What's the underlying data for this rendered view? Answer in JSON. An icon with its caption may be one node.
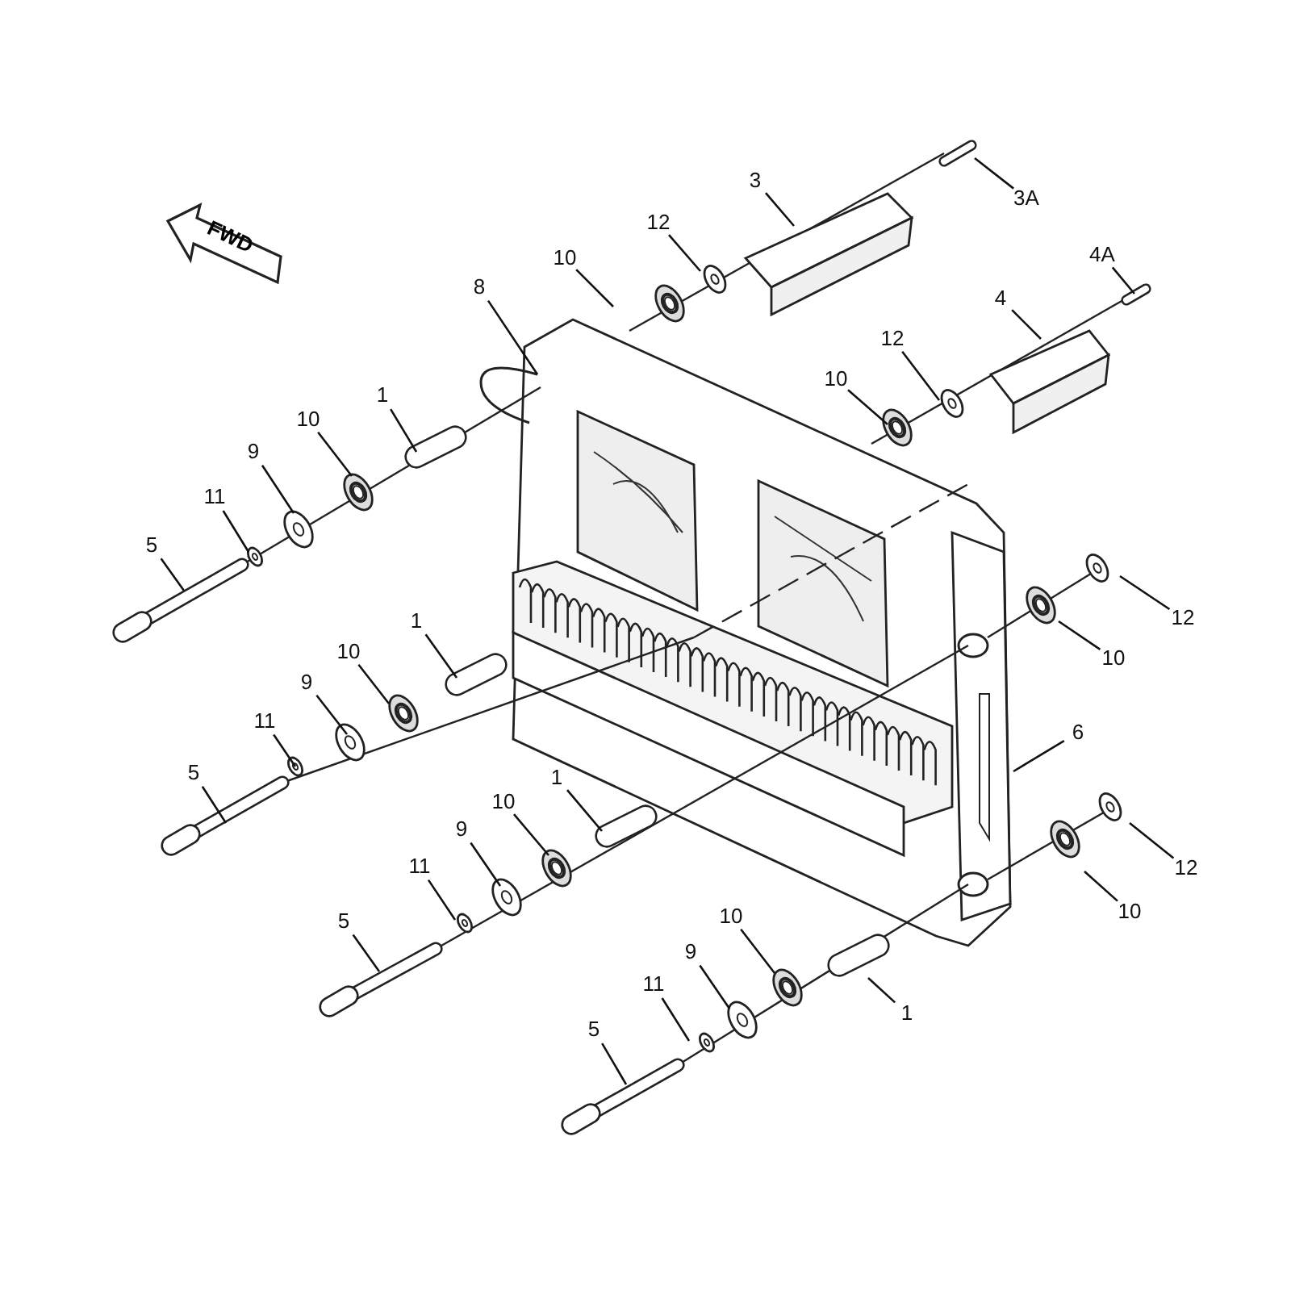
{
  "diagram": {
    "nodes": [
      {
        "text": [
          "FWD"
        ]
      },
      {
        "text": [
          "3"
        ]
      },
      {
        "text": [
          "3A"
        ]
      },
      {
        "text": [
          "12"
        ]
      },
      {
        "text": [
          "10"
        ]
      },
      {
        "text": [
          "4A"
        ]
      },
      {
        "text": [
          "4"
        ]
      },
      {
        "text": [
          "12"
        ]
      },
      {
        "text": [
          "10"
        ]
      },
      {
        "text": [
          "8"
        ]
      },
      {
        "text": [
          "1"
        ]
      },
      {
        "text": [
          "10"
        ]
      },
      {
        "text": [
          "9"
        ]
      },
      {
        "text": [
          "11"
        ]
      },
      {
        "text": [
          "5"
        ]
      },
      {
        "text": [
          "12"
        ]
      },
      {
        "text": [
          "10"
        ]
      },
      {
        "text": [
          "6"
        ]
      },
      {
        "text": [
          "1"
        ]
      },
      {
        "text": [
          "10"
        ]
      },
      {
        "text": [
          "9"
        ]
      },
      {
        "text": [
          "11"
        ]
      },
      {
        "text": [
          "5"
        ]
      },
      {
        "text": [
          "12"
        ]
      },
      {
        "text": [
          "10"
        ]
      },
      {
        "text": [
          "1"
        ]
      },
      {
        "text": [
          "10"
        ]
      },
      {
        "text": [
          "9"
        ]
      },
      {
        "text": [
          "11"
        ]
      },
      {
        "text": [
          "5"
        ]
      },
      {
        "text": [
          "10"
        ]
      },
      {
        "text": [
          "9"
        ]
      },
      {
        "text": [
          "11"
        ]
      },
      {
        "text": [
          "5"
        ]
      },
      {
        "text": [
          "1"
        ]
      }
    ],
    "edges": [
      {
        "from": 1,
        "to": null,
        "arrow": "none"
      },
      {
        "from": 2,
        "to": null,
        "arrow": "none"
      },
      {
        "from": 3,
        "to": null,
        "arrow": "none"
      },
      {
        "from": 4,
        "to": null,
        "arrow": "none"
      },
      {
        "from": 5,
        "to": null,
        "arrow": "none"
      },
      {
        "from": 6,
        "to": null,
        "arrow": "none"
      },
      {
        "from": 7,
        "to": null,
        "arrow": "none"
      },
      {
        "from": 8,
        "to": null,
        "arrow": "none"
      },
      {
        "from": 9,
        "to": null,
        "arrow": "none"
      },
      {
        "from": 10,
        "to": null,
        "arrow": "none"
      },
      {
        "from": 11,
        "to": null,
        "arrow": "none"
      },
      {
        "from": 12,
        "to": null,
        "arrow": "none"
      },
      {
        "from": 13,
        "to": null,
        "arrow": "none"
      },
      {
        "from": 14,
        "to": null,
        "arrow": "none"
      },
      {
        "from": 15,
        "to": null,
        "arrow": "none"
      },
      {
        "from": 16,
        "to": null,
        "arrow": "none"
      },
      {
        "from": 17,
        "to": null,
        "arrow": "none"
      },
      {
        "from": 18,
        "to": null,
        "arrow": "none"
      },
      {
        "from": 19,
        "to": null,
        "arrow": "none"
      },
      {
        "from": 20,
        "to": null,
        "arrow": "none"
      },
      {
        "from": 21,
        "to": null,
        "arrow": "none"
      },
      {
        "from": 22,
        "to": null,
        "arrow": "none"
      },
      {
        "from": 23,
        "to": null,
        "arrow": "none"
      },
      {
        "from": 24,
        "to": null,
        "arrow": "none"
      },
      {
        "from": 25,
        "to": null,
        "arrow": "none"
      },
      {
        "from": 26,
        "to": null,
        "arrow": "none"
      },
      {
        "from": 27,
        "to": null,
        "arrow": "none"
      },
      {
        "from": 28,
        "to": null,
        "arrow": "none"
      },
      {
        "from": 29,
        "to": null,
        "arrow": "none"
      },
      {
        "from": 30,
        "to": null,
        "arrow": "none"
      },
      {
        "from": 31,
        "to": null,
        "arrow": "none"
      },
      {
        "from": 32,
        "to": null,
        "arrow": "none"
      },
      {
        "from": 33,
        "to": null,
        "arrow": "none"
      },
      {
        "from": 34,
        "to": null,
        "arrow": "none"
      }
    ]
  }
}
